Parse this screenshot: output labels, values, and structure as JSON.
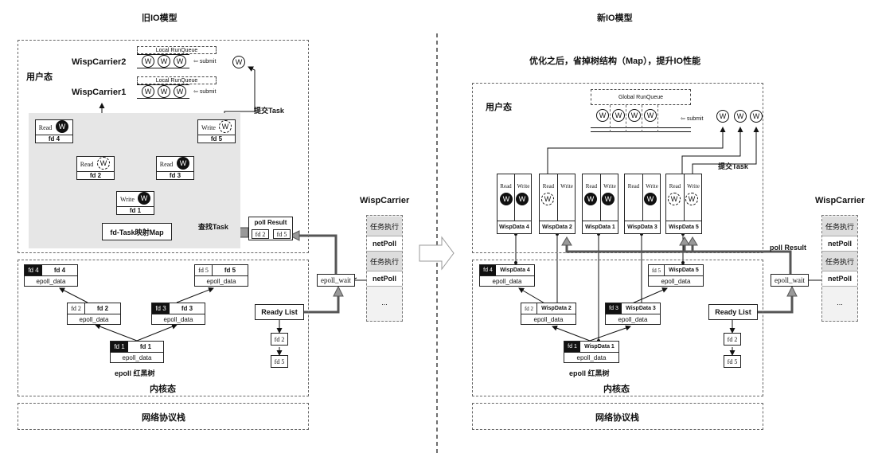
{
  "left": {
    "title": "旧IO模型",
    "user_state": "用户态",
    "kernel_state": "内核态",
    "net_stack": "网络协议栈",
    "carrier2": "WispCarrier2",
    "carrier1": "WispCarrier1",
    "local_runqueue": "Local RunQueue",
    "w": "W",
    "submit": "submit",
    "submit_task": "提交Task",
    "find_task": "查找Task",
    "map_label": "fd-Task映射Map",
    "read": "Read",
    "write": "Write",
    "fd1": "fd 1",
    "fd2": "fd 2",
    "fd3": "fd 3",
    "fd4": "fd 4",
    "fd5": "fd 5",
    "epoll_data": "epoll_data",
    "rbtree": "epoll 红黑树",
    "poll_result": "poll Result",
    "epoll_wait": "epoll_wait",
    "ready_list": "Ready List",
    "wisp_carrier": "WispCarrier",
    "task_exec": "任务执行",
    "netpoll": "netPoll",
    "ellipsis": "..."
  },
  "right": {
    "title": "新IO模型",
    "subtitle": "优化之后，省掉树结构（Map），提升IO性能",
    "user_state": "用户态",
    "kernel_state": "内核态",
    "net_stack": "网络协议栈",
    "global_runqueue": "Global RunQueue",
    "w": "W",
    "submit": "submit",
    "submit_task": "提交Task",
    "read": "Read",
    "write": "Write",
    "wd1": "WispData 1",
    "wd2": "WispData 2",
    "wd3": "WispData 3",
    "wd4": "WispData 4",
    "wd5": "WispData 5",
    "fd1": "fd 1",
    "fd2": "fd 2",
    "fd3": "fd 3",
    "fd4": "fd 4",
    "fd5": "fd 5",
    "epoll_data": "epoll_data",
    "rbtree": "epoll 红黑树",
    "poll_result": "poll Result",
    "epoll_wait": "epoll_wait",
    "ready_list": "Ready List",
    "wisp_carrier": "WispCarrier",
    "task_exec": "任务执行",
    "netpoll": "netPoll",
    "ellipsis": "..."
  }
}
